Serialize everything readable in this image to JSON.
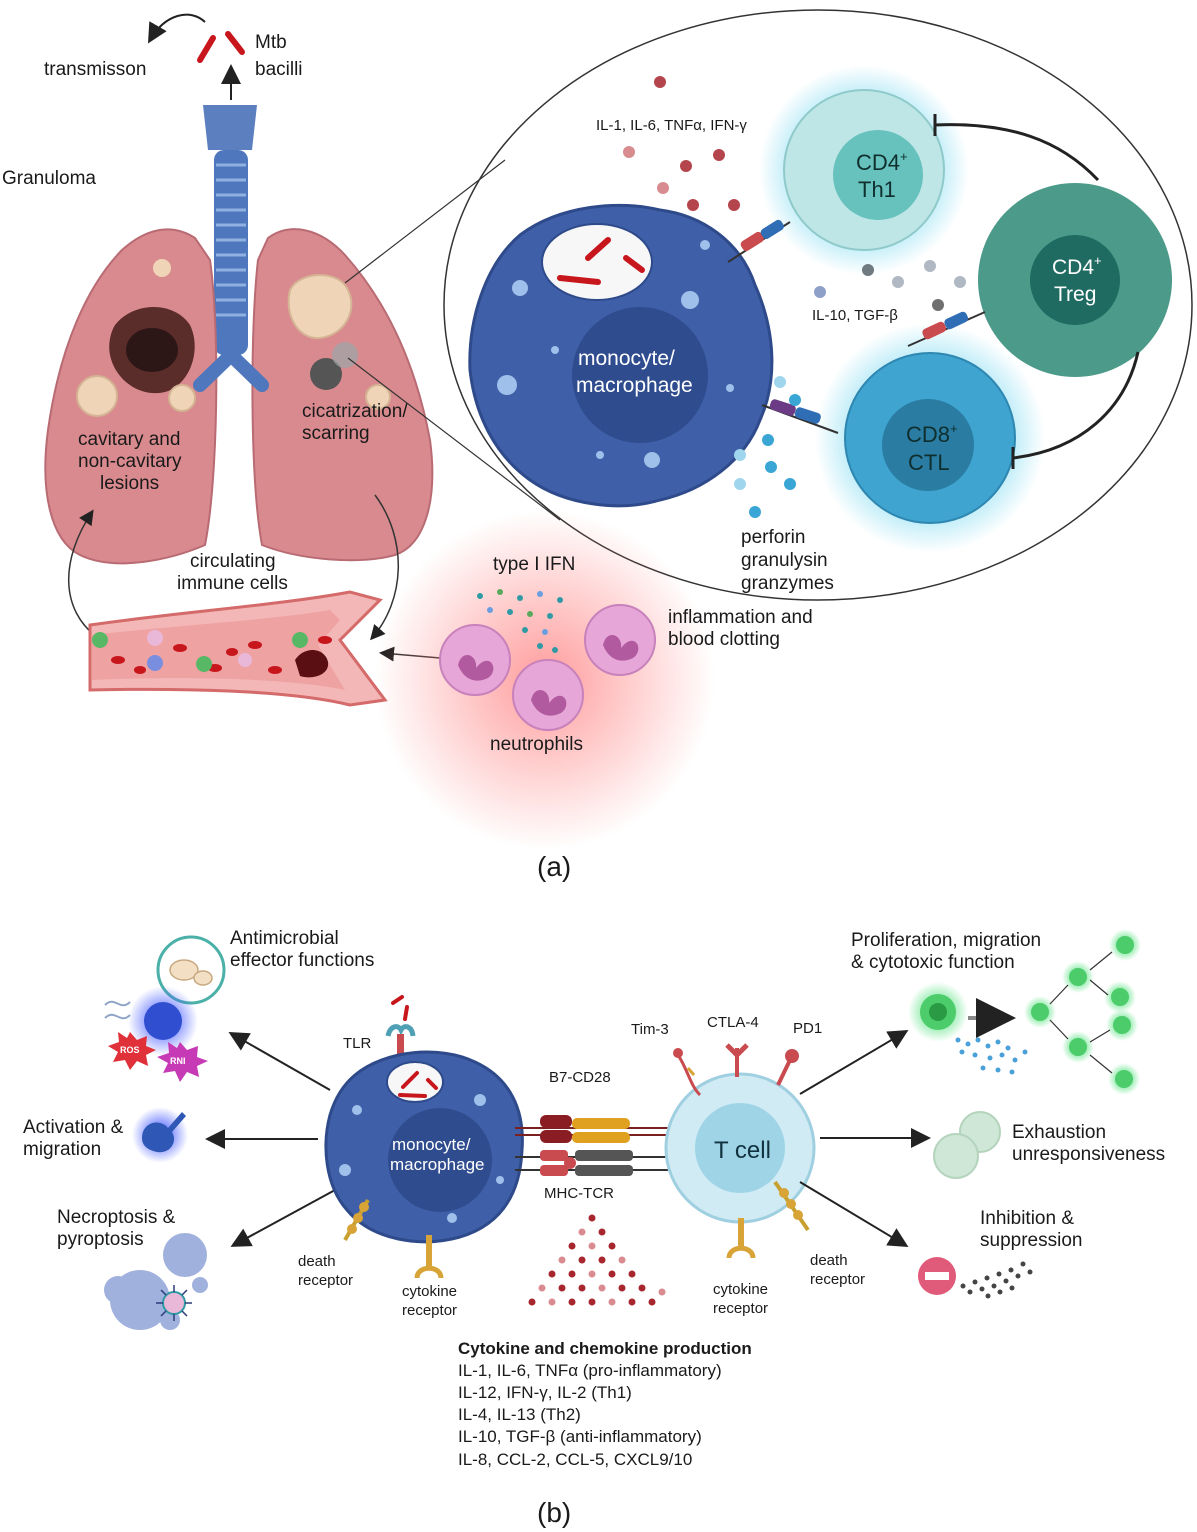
{
  "panel_a": {
    "label": "(a)",
    "transmission": "transmisson",
    "mtb": [
      "Mtb",
      "bacilli"
    ],
    "granuloma": "Granuloma",
    "cytokines_pro": "IL-1, IL-6, TNFα, IFN-γ",
    "cd4_th1": [
      "CD4",
      "+",
      "Th1"
    ],
    "cd4_treg": [
      "CD4",
      "+",
      "Treg"
    ],
    "cd8_ctl": [
      "CD8",
      "+",
      "CTL"
    ],
    "il10": "IL-10, TGF-β",
    "macrophage": [
      "monocyte/",
      "macrophage"
    ],
    "scarring": [
      "cicatrization/",
      "scarring"
    ],
    "lesions": [
      "cavitary and",
      "non-cavitary",
      "lesions"
    ],
    "perforin": [
      "perforin",
      "granulysin",
      "granzymes"
    ],
    "circulating": [
      "circulating",
      "immune cells"
    ],
    "type_ifn": "type I IFN",
    "inflammation": [
      "inflammation and",
      "blood clotting"
    ],
    "neutrophils": "neutrophils"
  },
  "panel_b": {
    "label": "(b)",
    "antimicrobial": [
      "Antimicrobial",
      "effector functions"
    ],
    "ros": "ROS",
    "rni": "RNI",
    "activation": [
      "Activation &",
      "migration"
    ],
    "necroptosis": [
      "Necroptosis &",
      "pyroptosis"
    ],
    "tlr": "TLR",
    "b7": "B7-CD28",
    "mhc": "MHC-TCR",
    "macrophage": [
      "monocyte/",
      "macrophage"
    ],
    "tcell": "T cell",
    "tim3": "Tim-3",
    "ctla4": "CTLA-4",
    "pd1": "PD1",
    "death_l": [
      "death",
      "receptor"
    ],
    "death_r": [
      "death",
      "receptor"
    ],
    "cytokine_l": [
      "cytokine",
      "receptor"
    ],
    "cytokine_r": [
      "cytokine",
      "receptor"
    ],
    "proliferation": [
      "Proliferation, migration",
      "& cytotoxic function"
    ],
    "exhaustion": [
      "Exhaustion",
      "unresponsiveness"
    ],
    "inhibition": [
      "Inhibition &",
      "suppression"
    ],
    "cytokine_title": "Cytokine and chemokine production",
    "cytokine_lines": [
      "IL-1, IL-6, TNFα (pro-inflammatory)",
      "IL-12, IFN-γ, IL-2 (Th1)",
      "IL-4, IL-13 (Th2)",
      "IL-10, TGF-β (anti-inflammatory)",
      "IL-8, CCL-2, CCL-5, CXCL9/10"
    ]
  },
  "colors": {
    "macrophage": "#3f5fa8",
    "th1": "#bfe6e6",
    "treg": "#4c9a8a",
    "ctl": "#3fa4cf",
    "lung": "#d98a8f",
    "neutrophil": "#e7a6d8",
    "bacilli": "#c8161d"
  }
}
